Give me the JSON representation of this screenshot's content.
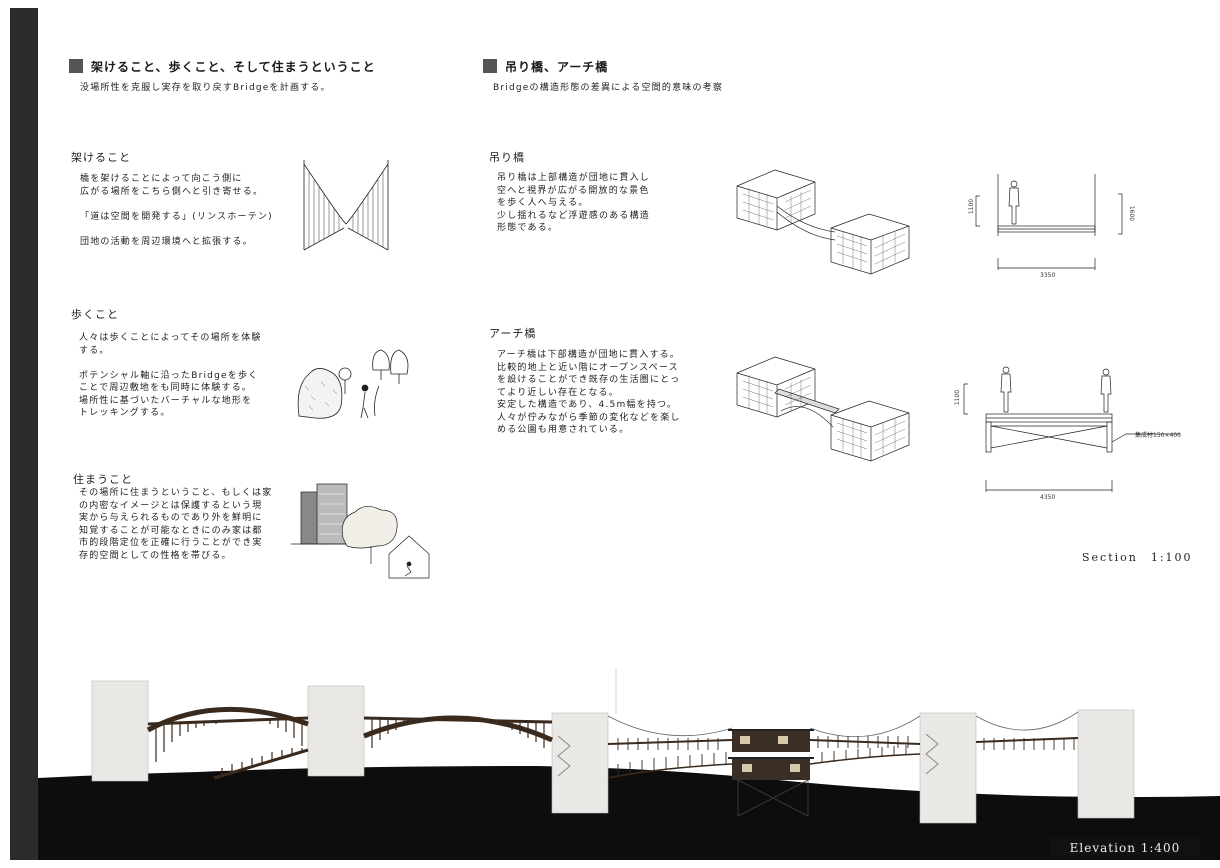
{
  "left_column": {
    "heading": "架けること、歩くこと、そして住まうということ",
    "subheading": "没場所性を克服し実存を取り戻すBridgeを計画する。",
    "sections": [
      {
        "title": "架けること",
        "body": "橋を架けることによって向こう側に\n広がる場所をこちら側へと引き寄せる。\n\n「道は空間を開発する」(リンスホーテン)\n\n団地の活動を周辺環境へと拡張する。"
      },
      {
        "title": "歩くこと",
        "body": "人々は歩くことによってその場所を体験\nする。\n\nポテンシャル軸に沿ったBridgeを歩く\nことで周辺敷地をも同時に体験する。\n場所性に基づいたバーチャルな地形を\nトレッキングする。"
      },
      {
        "title": "住まうこと",
        "body": "その場所に住まうということ、もしくは家\nの内密なイメージとは保護するという現\n実から与えられるものであり外を鮮明に\n知覚することが可能なときにのみ家は都\n市的段階定位を正確に行うことができ実\n存的空間としての性格を帯びる。"
      }
    ]
  },
  "right_column": {
    "heading": "吊り橋、アーチ橋",
    "subheading": "Bridgeの構造形態の差異による空間的意味の考察",
    "suspension": {
      "title": "吊り橋",
      "body": "吊り橋は上部構造が団地に貫入し\n空へと視界が広がる開放的な景色\nを歩く人へ与える。\n少し揺れるなど浮遊感のある構造\n形態である。",
      "dims": {
        "h1": "1100",
        "h2": "1600",
        "w": "3350"
      }
    },
    "arch": {
      "title": "アーチ橋",
      "body": "アーチ橋は下部構造が団地に貫入する。\n比較的地上と近い階にオープンスペース\nを設けることができ既存の生活圏にとっ\nてより近しい存在となる。\n安定した構造であり、4.5m幅を持つ。\n人々が佇みながら季節の変化などを楽し\nめる公園も用意されている。",
      "dims": {
        "h1": "1100",
        "w": "4350",
        "note": "集成材150×400"
      }
    },
    "section_caption": "Section　1:100"
  },
  "elevation_caption": "Elevation 1:400",
  "colors": {
    "frame": "#2b2b2b",
    "wood": "#3a2a1e",
    "ground": "#0d0d0d",
    "pillar": "#e9e8e4"
  }
}
